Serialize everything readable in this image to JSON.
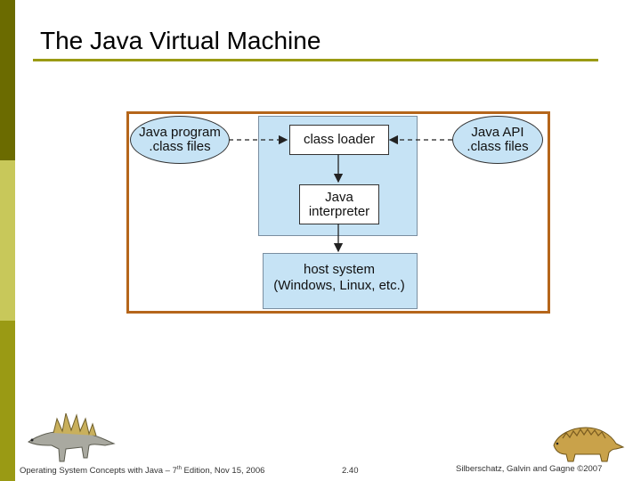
{
  "slide": {
    "title": "The Java Virtual Machine"
  },
  "diagram": {
    "class_loader": "class loader",
    "interpreter_line1": "Java",
    "interpreter_line2": "interpreter",
    "host_line1": "host system",
    "host_line2": "(Windows, Linux, etc.)",
    "java_program_line1": "Java program",
    "java_program_line2": ".class files",
    "java_api_line1": "Java API",
    "java_api_line2": ".class files"
  },
  "footer": {
    "course_prefix": "Operating System Concepts with Java – 7",
    "course_sup": "th",
    "course_suffix": " Edition, Nov 15, 2006",
    "page_number": "2.40",
    "copyright": "Silberschatz, Galvin and Gagne ©2007"
  },
  "colors": {
    "sidebar_dark": "#6b6b00",
    "sidebar_light": "#c8c85a",
    "sidebar_mid": "#9a9a14",
    "frame_border": "#b5661b",
    "panel_fill": "#c6e3f5"
  },
  "icons": {
    "left_dinosaur": "stegosaurus-icon",
    "right_dinosaur": "ankylosaurus-icon"
  }
}
